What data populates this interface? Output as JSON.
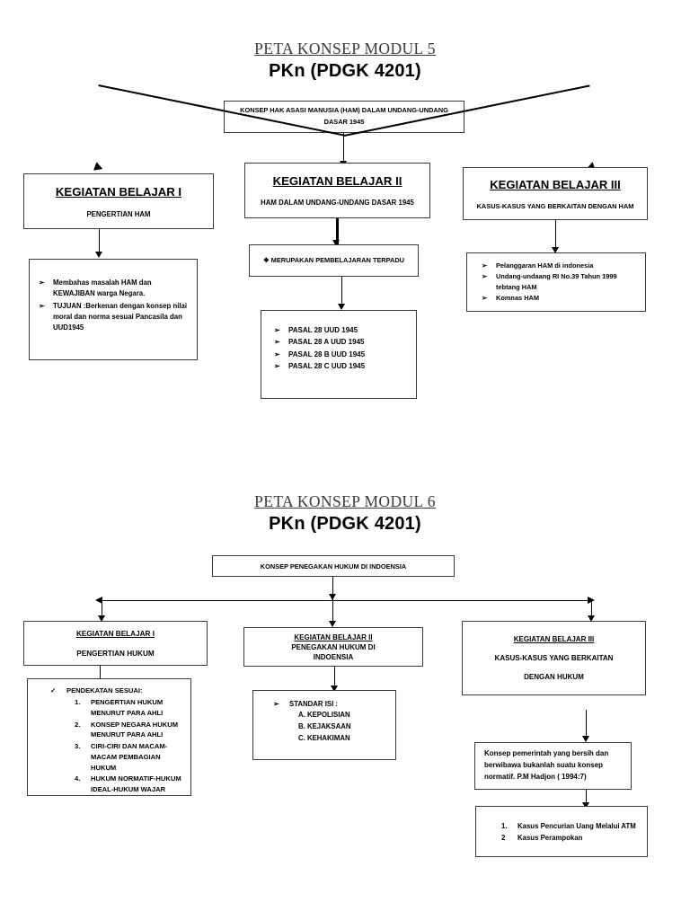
{
  "document": {
    "module5": {
      "title": "PETA KONSEP MODUL 5",
      "subtitle": "PKn (PDGK 4201)",
      "root": "KONSEP HAK ASASI MANUSIA  (HAM) DALAM UNDANG-UNDANG DASAR 1945",
      "branch1": {
        "header": "KEGIATAN BELAJAR I",
        "sub": "PENGERTIAN HAM",
        "detail_bullets": [
          "Membahas masalah HAM dan KEWAJIBAN warga Negara.",
          "TUJUAN :Berkenan dengan konsep nilai moral dan norma sesuai Pancasila dan UUD1945"
        ]
      },
      "branch2": {
        "header": "KEGIATAN BELAJAR II",
        "sub": "HAM DALAM UNDANG-UNDANG DASAR 1945",
        "mid_text": "MERUPAKAN PEMBELAJARAN TERPADU",
        "mid_bullet": "❖",
        "detail_bullets": [
          "PASAL 28 UUD 1945",
          "PASAL 28 A UUD 1945",
          "PASAL 28 B UUD 1945",
          "PASAL 28 C UUD 1945"
        ]
      },
      "branch3": {
        "header": "KEGIATAN BELAJAR III",
        "sub": "KASUS-KASUS YANG BERKAITAN DENGAN HAM",
        "detail_bullets": [
          "Pelanggaran HAM di indonesia",
          "Undang-undaang RI No.39 Tahun 1999 tebtang HAM",
          "Komnas HAM"
        ]
      }
    },
    "module6": {
      "title": "PETA KONSEP MODUL 6",
      "subtitle": "PKn (PDGK 4201)",
      "root": "KONSEP PENEGAKAN HUKUM DI INDOENSIA",
      "branch1": {
        "header": "KEGIATAN BELAJAR I",
        "sub": "PENGERTIAN HUKUM",
        "list_title": "PENDEKATAN SESUAI:",
        "list_bullet": "✓",
        "items": [
          "PENGERTIAN HUKUM MENURUT PARA AHLI",
          "KONSEP NEGARA HUKUM MENURUT PARA AHLI",
          "CIRI-CIRI DAN MACAM-MACAM PEMBAGIAN HUKUM",
          "HUKUM NORMATIF-HUKUM IDEAL-HUKUM WAJAR"
        ]
      },
      "branch2": {
        "header": "KEGIATAN BELAJAR II",
        "sub_line1": "PENEGAKAN HUKUM DI",
        "sub_line2": "INDOENSIA",
        "list_title": "STANDAR  ISI :",
        "items": [
          "A.   KEPOLISIAN",
          "B.   KEJAKSAAN",
          "C.   KEHAKIMAN"
        ]
      },
      "branch3": {
        "header": "KEGIATAN BELAJAR III",
        "sub_line1": "KASUS-KASUS YANG BERKAITAN",
        "sub_line2": "DENGAN HUKUM",
        "quote": "Konsep pemerintah yang bersih dan berwibawa bukanlah suatu konsep normatif. P.M Hadjon ( 1994:7)",
        "cases": [
          "Kasus Pencurian Uang Melalui ATM",
          "Kasus Perampokan"
        ]
      }
    }
  }
}
